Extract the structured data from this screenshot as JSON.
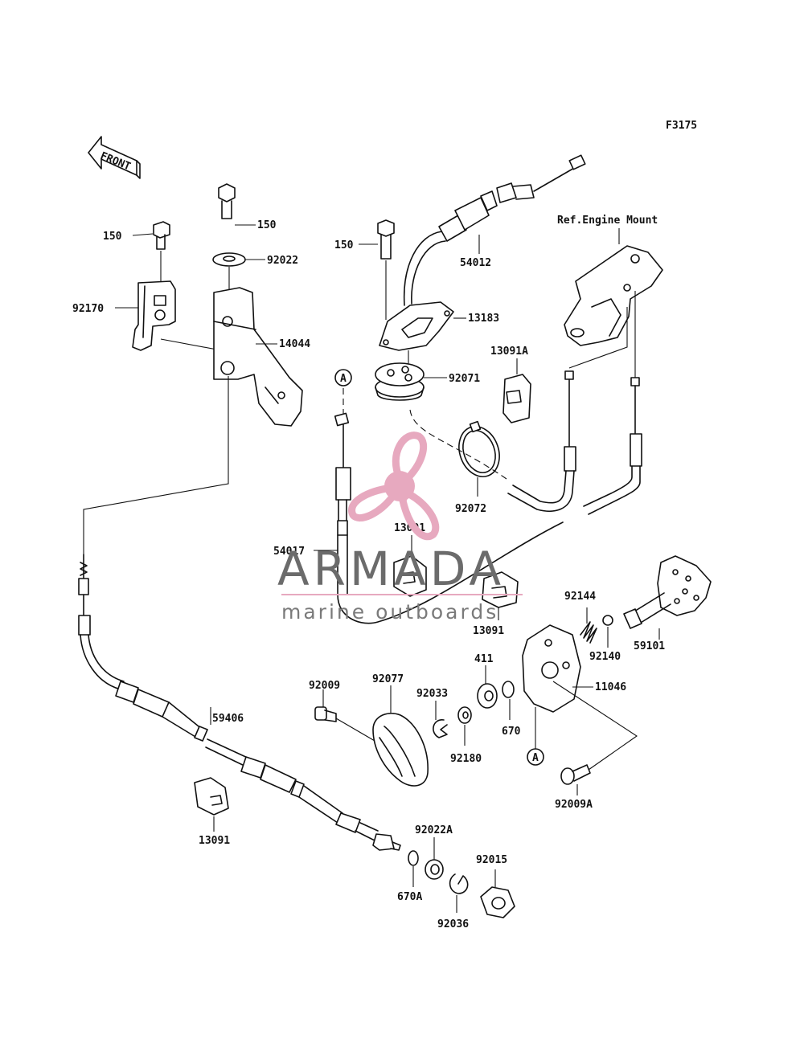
{
  "figure_code": "F3175",
  "front_label": "FRONT",
  "reference_note": "Ref.Engine Mount",
  "callout_marker": "A",
  "watermark": {
    "brand": "ARMADA",
    "tagline": "marine outboards",
    "color": "#e7a9bf"
  },
  "labels": {
    "p150_left": "150",
    "p150_mid": "150",
    "p150_right": "150",
    "p92022": "92022",
    "p92170": "92170",
    "p14044": "14044",
    "p54012": "54012",
    "p13183": "13183",
    "p13091A": "13091A",
    "p92071": "92071",
    "p92072": "92072",
    "p13091_top": "13091",
    "p54017": "54017",
    "p13091_mid": "13091",
    "p92144": "92144",
    "p92140": "92140",
    "p59101": "59101",
    "p411": "411",
    "p11046": "11046",
    "p670": "670",
    "p92009": "92009",
    "p92077": "92077",
    "p92033": "92033",
    "p92180": "92180",
    "p59406": "59406",
    "p92009A": "92009A",
    "p13091_bot": "13091",
    "p92022A": "92022A",
    "p92015": "92015",
    "p670A": "670A",
    "p92036": "92036"
  }
}
